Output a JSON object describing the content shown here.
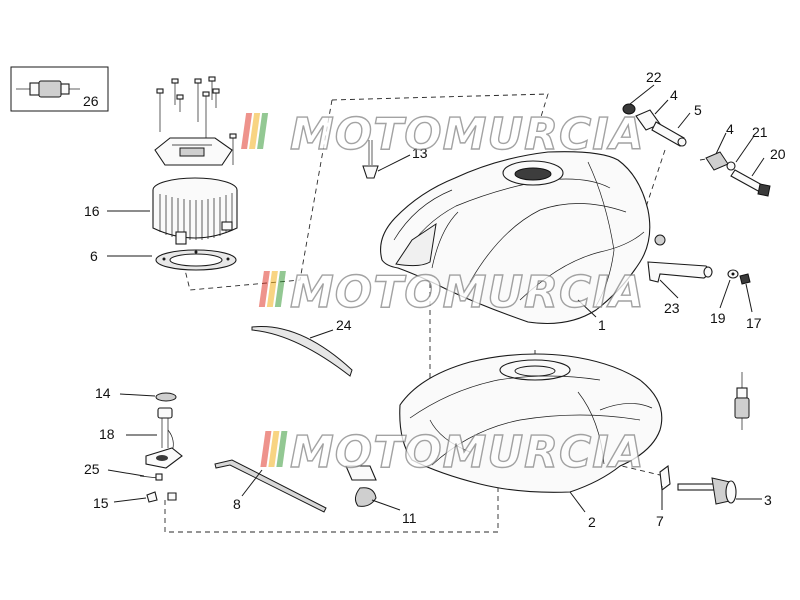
{
  "watermark": {
    "text": "MOTOMURCIA",
    "stripe_colors": [
      "#e03b2e",
      "#f2b01e",
      "#3a9a3a"
    ]
  },
  "callouts": {
    "c1": "1",
    "c2": "2",
    "c3": "3",
    "c4a": "4",
    "c4b": "4",
    "c5": "5",
    "c6": "6",
    "c7": "7",
    "c8": "8",
    "c11": "11",
    "c13": "13",
    "c14": "14",
    "c15": "15",
    "c16": "16",
    "c17": "17",
    "c18": "18",
    "c19": "19",
    "c20": "20",
    "c21": "21",
    "c22": "22",
    "c23": "23",
    "c24": "24",
    "c25": "25",
    "c26": "26"
  }
}
